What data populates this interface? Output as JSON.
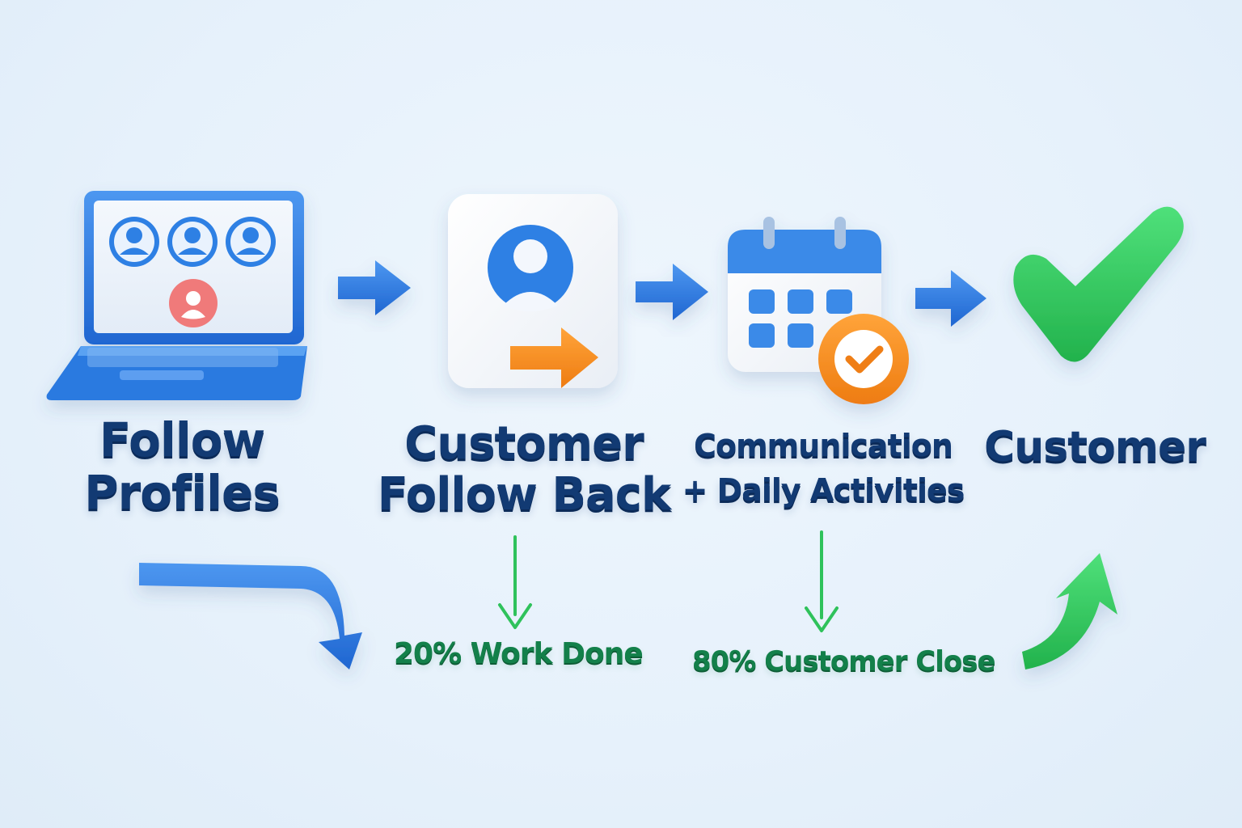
{
  "steps": [
    {
      "lines": [
        "Follow",
        "Profiles"
      ],
      "icon": "laptop-profiles-icon"
    },
    {
      "lines": [
        "Customer",
        "Follow Back"
      ],
      "icon": "profile-card-icon"
    },
    {
      "lines": [
        "Communication",
        "+ Daily Activities"
      ],
      "icon": "calendar-check-icon"
    },
    {
      "lines": [
        "Customer"
      ],
      "icon": "checkmark-icon"
    }
  ],
  "metrics": {
    "work_done": "20% Work Done",
    "customer_close": "80% Customer Close"
  },
  "colors": {
    "primary_blue": "#2f7be0",
    "dark_navy": "#123a73",
    "accent_orange": "#f58a1f",
    "success_green": "#2fc25b",
    "metric_green": "#13804a",
    "avatar_red": "#f07a7a"
  }
}
